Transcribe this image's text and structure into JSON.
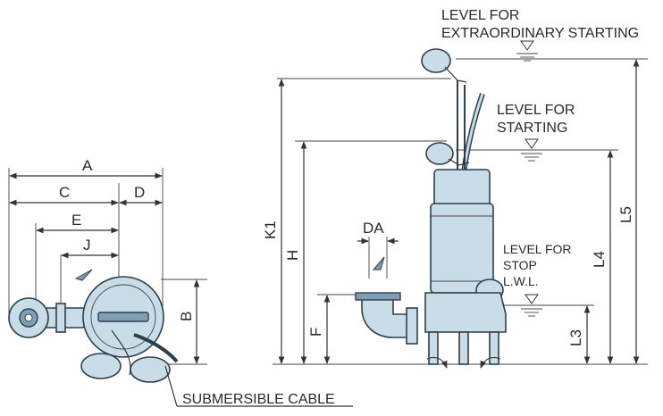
{
  "labels": {
    "A": "A",
    "C": "C",
    "D": "D",
    "E": "E",
    "J": "J",
    "B": "B",
    "DA": "DA",
    "K1": "K1",
    "H": "H",
    "F": "F",
    "L3": "L3",
    "L4": "L4",
    "L5": "L5"
  },
  "levels": {
    "extraordinary_line1": "LEVEL FOR",
    "extraordinary_line2": "EXTRAORDINARY STARTING",
    "starting_line1": "LEVEL FOR",
    "starting_line2": "STARTING",
    "stop_line1": "LEVEL FOR",
    "stop_line2": "STOP",
    "stop_line3": "L.W.L."
  },
  "callouts": {
    "cable": "SUBMERSIBLE CABLE"
  },
  "colors": {
    "body_fill": "#c9dde9",
    "outline": "#2d3f4d"
  }
}
